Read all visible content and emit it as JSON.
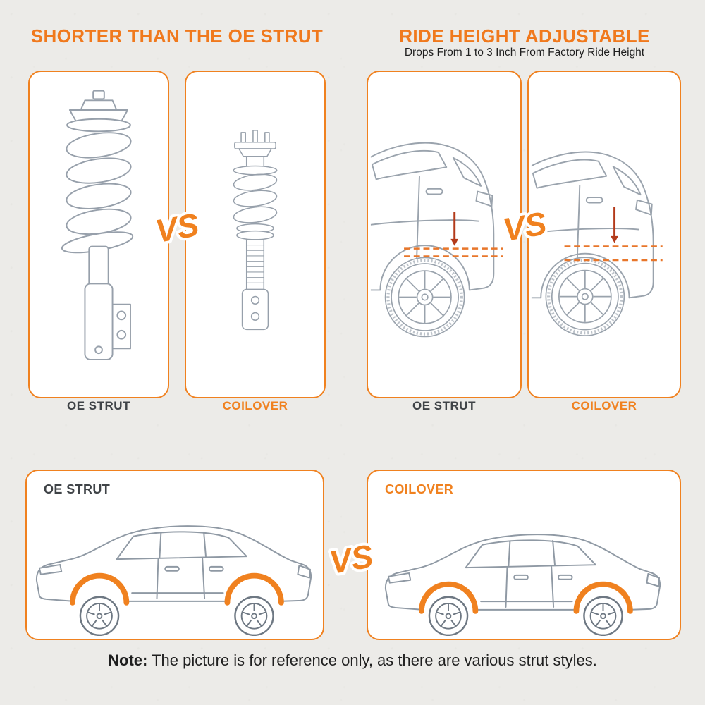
{
  "vs_label": "VS",
  "colors": {
    "accent_orange": "#F0811F",
    "heading_orange": "#F0791D",
    "label_dark": "#3F4347",
    "note_text": "#1F1F1F",
    "line_art_gray": "#97A0AB",
    "dash_orange_red": "#E8762A",
    "panel_background": "#FFFFFF",
    "page_background": "#ECEBE8"
  },
  "top_left": {
    "title": "SHORTER THAN THE OE STRUT",
    "vs": "VS",
    "panels": [
      {
        "label": "OE STRUT",
        "illustration": "oe-strut-line-drawing"
      },
      {
        "label": "COILOVER",
        "illustration": "coilover-line-drawing"
      }
    ]
  },
  "top_right": {
    "title": "RIDE HEIGHT ADJUSTABLE",
    "subtitle": "Drops From 1 to 3 Inch From Factory Ride Height",
    "vs": "VS",
    "panels": [
      {
        "label": "OE STRUT",
        "illustration": "suv-rear-quarter-factory-ride-height"
      },
      {
        "label": "COILOVER",
        "illustration": "suv-rear-quarter-lowered-ride-height"
      }
    ]
  },
  "bottom": {
    "vs": "VS",
    "panels": [
      {
        "label": "OE STRUT",
        "illustration": "suv-side-factory-ride-height"
      },
      {
        "label": "COILOVER",
        "illustration": "suv-side-lowered-ride-height"
      }
    ]
  },
  "note": {
    "prefix": "Note:",
    "text": " The picture is for reference only, as there are various strut styles."
  }
}
